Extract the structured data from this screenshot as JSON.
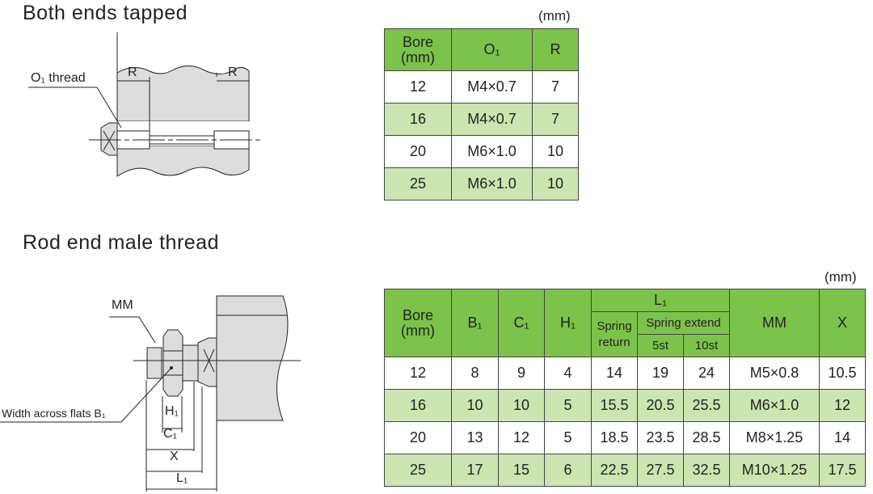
{
  "section1": {
    "title": "Both ends tapped",
    "unit": "(mm)",
    "diagram": {
      "thread_label": "O₁ thread",
      "r_left": "R",
      "r_right": "R"
    },
    "table": {
      "headers": [
        "Bore (mm)",
        "O₁",
        "R"
      ],
      "rows": [
        [
          "12",
          "M4×0.7",
          "7"
        ],
        [
          "16",
          "M4×0.7",
          "7"
        ],
        [
          "20",
          "M6×1.0",
          "10"
        ],
        [
          "25",
          "M6×1.0",
          "10"
        ]
      ]
    }
  },
  "section2": {
    "title": "Rod end male thread",
    "unit": "(mm)",
    "diagram": {
      "mm": "MM",
      "flats": "Width across flats B₁",
      "h1": "H₁",
      "c1": "C₁",
      "x": "X",
      "l1": "L₁"
    },
    "table": {
      "headers": {
        "bore": "Bore (mm)",
        "b1": "B₁",
        "c1": "C₁",
        "h1": "H₁",
        "l1": "L₁",
        "spring_return": "Spring return",
        "spring_extend": "Spring extend",
        "st5": "5st",
        "st10": "10st",
        "mm": "MM",
        "x": "X"
      },
      "rows": [
        [
          "12",
          "8",
          "9",
          "4",
          "14",
          "19",
          "24",
          "M5×0.8",
          "10.5"
        ],
        [
          "16",
          "10",
          "10",
          "5",
          "15.5",
          "20.5",
          "25.5",
          "M6×1.0",
          "12"
        ],
        [
          "20",
          "13",
          "12",
          "5",
          "18.5",
          "23.5",
          "28.5",
          "M8×1.25",
          "14"
        ],
        [
          "25",
          "17",
          "15",
          "6",
          "22.5",
          "27.5",
          "32.5",
          "M10×1.25",
          "17.5"
        ]
      ]
    }
  }
}
